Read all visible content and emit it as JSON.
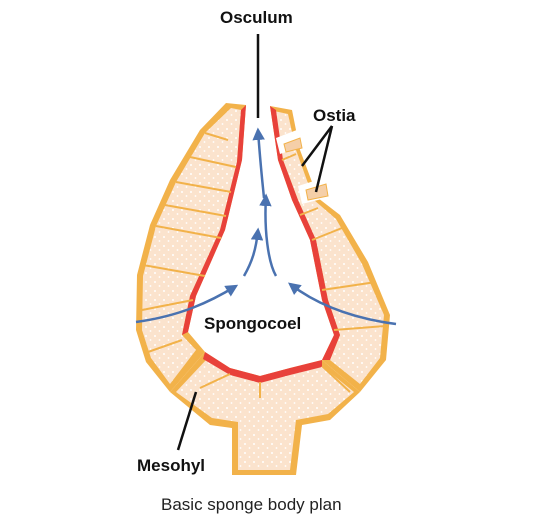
{
  "figure": {
    "labels": {
      "osculum": "Osculum",
      "ostia": "Ostia",
      "spongocoel": "Spongocoel",
      "mesohyl": "Mesohyl"
    },
    "caption": "Basic sponge body plan"
  },
  "colors": {
    "mesohyl_fill": "#fbe3cd",
    "cell_border": "#f2b24a",
    "collar_cells": "#e8413a",
    "pore_cell": "#f5cfa8",
    "water_flow_arrow": "#4a72b0",
    "leader_line": "#111111"
  }
}
